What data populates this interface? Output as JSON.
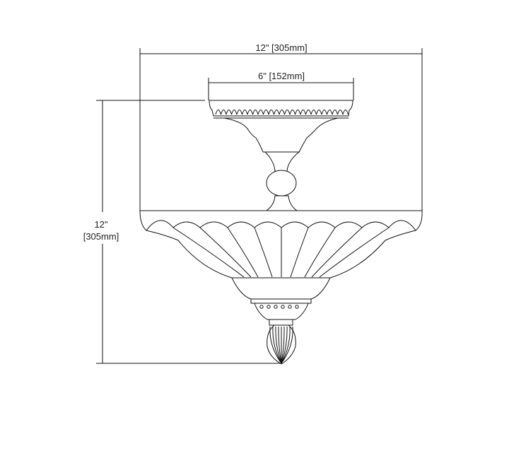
{
  "dimensions": {
    "overall_width": "12\" [305mm]",
    "canopy_width": "6\" [152mm]",
    "height_inches": "12\"",
    "height_mm": "[305mm]"
  },
  "colors": {
    "line": "#111111",
    "background": "#ffffff"
  }
}
